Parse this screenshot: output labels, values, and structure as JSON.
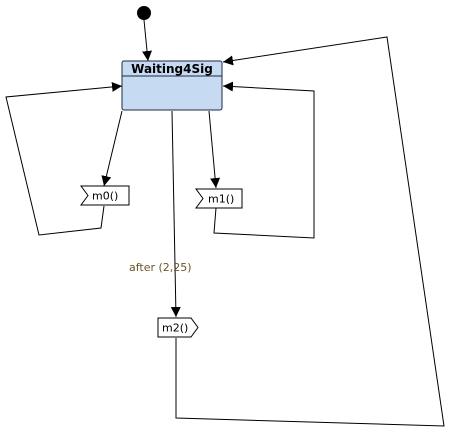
{
  "colors": {
    "state_fill": "#c6daf2",
    "guard_text": "#6b5426",
    "line": "#000000"
  },
  "diagram": {
    "initial_node": "initial-pseudostate",
    "state": {
      "name": "Waiting4Sig"
    },
    "signals": {
      "m0": {
        "label": "m0()",
        "kind": "accept-event"
      },
      "m1": {
        "label": "m1()",
        "kind": "accept-event"
      },
      "m2": {
        "label": "m2()",
        "kind": "send-signal"
      }
    },
    "transitions": {
      "timeout_guard": "after (2,25)"
    }
  }
}
